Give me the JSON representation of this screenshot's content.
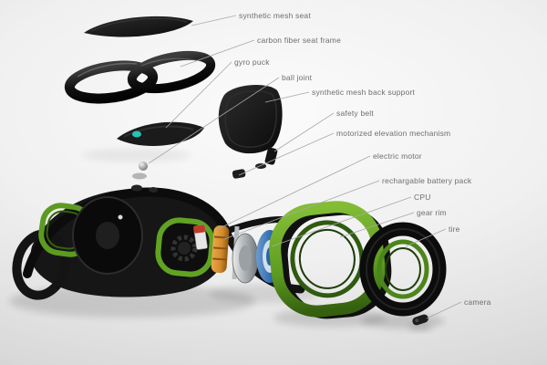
{
  "diagram": {
    "kind": "exploded-view parts diagram",
    "labels": [
      {
        "text": "synthetic mesh seat"
      },
      {
        "text": "carbon fiber seat frame"
      },
      {
        "text": "gyro puck"
      },
      {
        "text": "ball joint"
      },
      {
        "text": "synthetic mesh back support"
      },
      {
        "text": "safety belt"
      },
      {
        "text": "motorized elevation mechanism"
      },
      {
        "text": "electric motor"
      },
      {
        "text": "rechargable battery pack"
      },
      {
        "text": "CPU"
      },
      {
        "text": "gear rim"
      },
      {
        "text": "tire"
      },
      {
        "text": "camera"
      }
    ],
    "colors": {
      "label_text": "#6e6e6e",
      "leader_line": "#a8a8a8",
      "part_dark": "#151515",
      "accent_green": "#5d9a21",
      "accent_green_dark": "#34600f",
      "accent_orange": "#d1892b",
      "accent_blue": "#2f6bab",
      "accent_teal": "#27c2b2",
      "chrome": "#c2c6c8"
    }
  }
}
